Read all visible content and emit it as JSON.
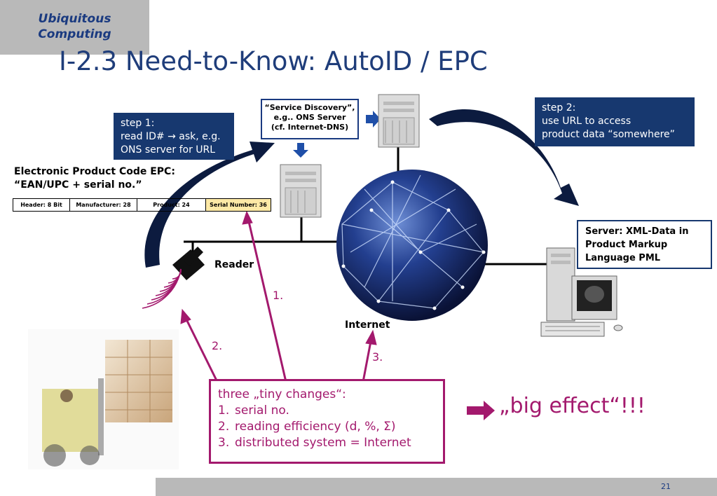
{
  "header": {
    "line1": "Ubiquitous",
    "line2": "Computing"
  },
  "title": "I-2.3 Need-to-Know: AutoID / EPC",
  "step1": {
    "line1": "step 1:",
    "line2": "read ID# → ask, e.g.",
    "line3": "ONS server for URL"
  },
  "step2": {
    "line1": "step 2:",
    "line2": "use URL to access",
    "line3": "product data “somewhere”"
  },
  "service_discovery": {
    "line1": "“Service Discovery”,",
    "line2": "e.g.. ONS Server",
    "line3": "(cf. Internet-DNS)"
  },
  "epc": {
    "title1": "Electronic Product Code EPC:",
    "title2": "“EAN/UPC + serial no.”",
    "fields": [
      "Header: 8 Bit",
      "Manufacturer: 28",
      "Product: 24",
      "Serial Number: 36"
    ]
  },
  "server_box": {
    "line1": "Server: XML-Data in",
    "line2": "Product Markup",
    "line3": "Language PML"
  },
  "labels": {
    "reader": "Reader",
    "internet": "Internet",
    "n1": "1.",
    "n2": "2.",
    "n3": "3."
  },
  "changes": {
    "heading": "three „tiny changes“:",
    "items": [
      {
        "num": "1.",
        "text": "serial no."
      },
      {
        "num": "2.",
        "text": "reading efficiency (d, %, Σ)"
      },
      {
        "num": "3.",
        "text": "distributed system = Internet"
      }
    ]
  },
  "big_effect": "„big effect“!!!",
  "page_number": "21",
  "colors": {
    "navy": "#17386f",
    "magenta": "#a3196d",
    "gray": "#b9b9b9",
    "highlight": "#fde9a6"
  }
}
